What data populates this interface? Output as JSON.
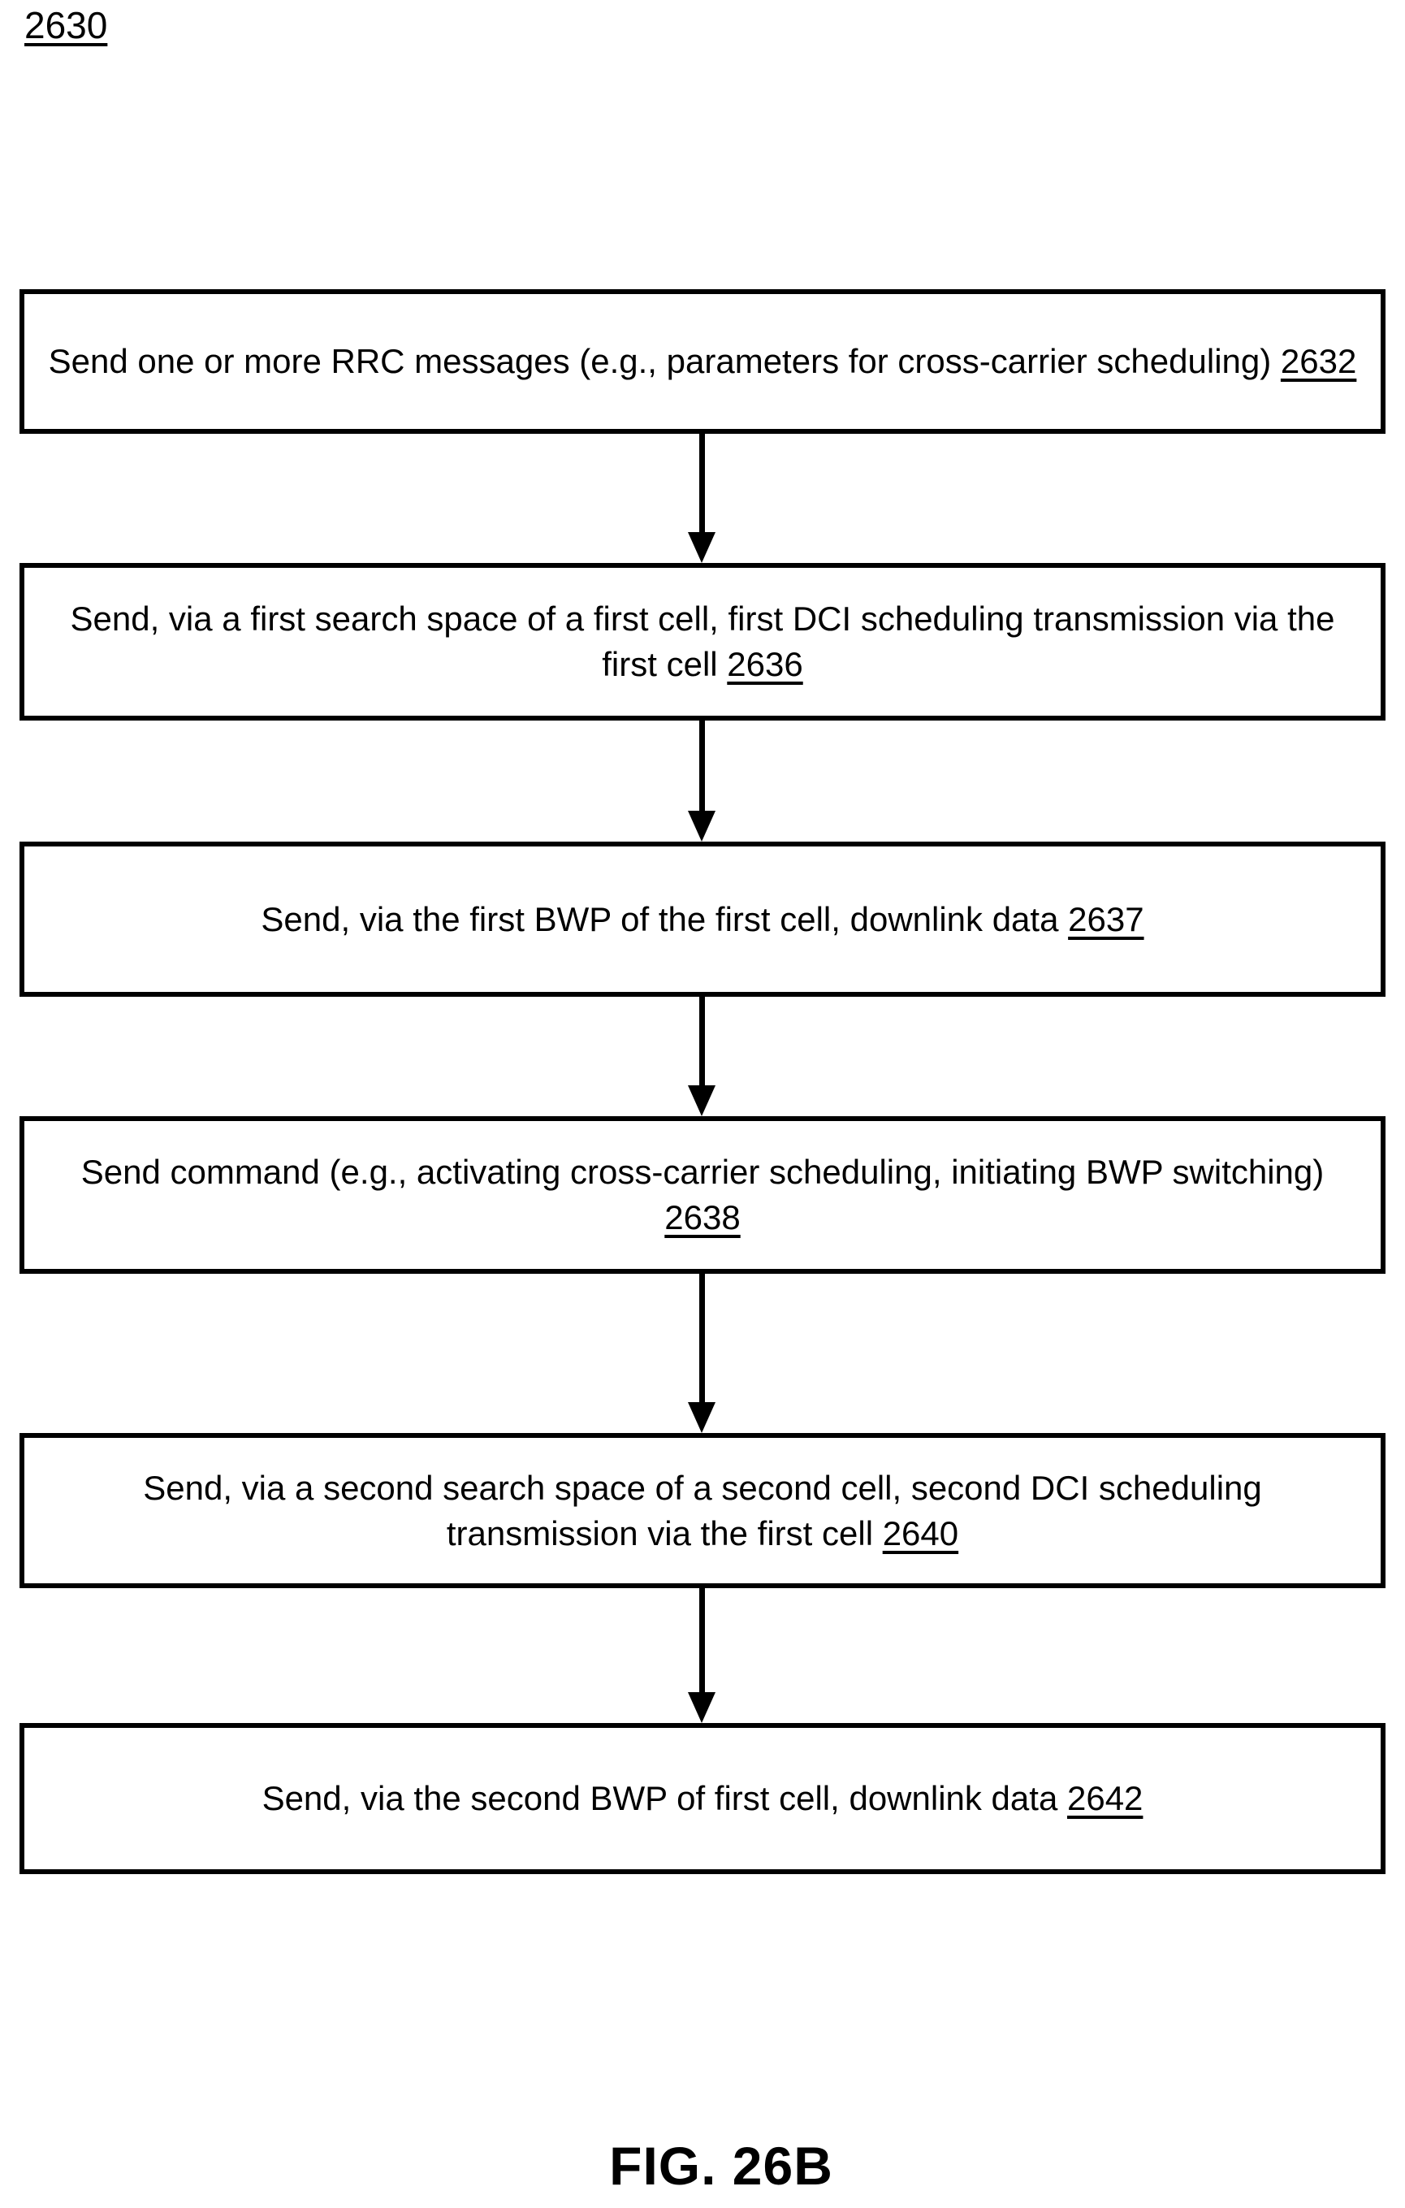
{
  "figure": {
    "diagram_label": "2630",
    "caption": "FIG. 26B",
    "colors": {
      "line": "#000000",
      "background": "#ffffff"
    }
  },
  "flowchart": {
    "steps": [
      {
        "text": "Send one or more RRC messages (e.g., parameters for cross-carrier scheduling)",
        "ref": "2632"
      },
      {
        "text": "Send, via a first search space of a first cell, first DCI scheduling transmission via the first cell",
        "ref": "2636"
      },
      {
        "text": "Send, via the first BWP of the first cell, downlink data",
        "ref": "2637"
      },
      {
        "text": "Send command (e.g., activating cross-carrier scheduling, initiating BWP switching)",
        "ref": "2638"
      },
      {
        "text": "Send, via a second search space of a second cell, second DCI scheduling transmission via the first cell",
        "ref": "2640"
      },
      {
        "text": "Send, via the second BWP of first cell, downlink data",
        "ref": "2642"
      }
    ]
  }
}
